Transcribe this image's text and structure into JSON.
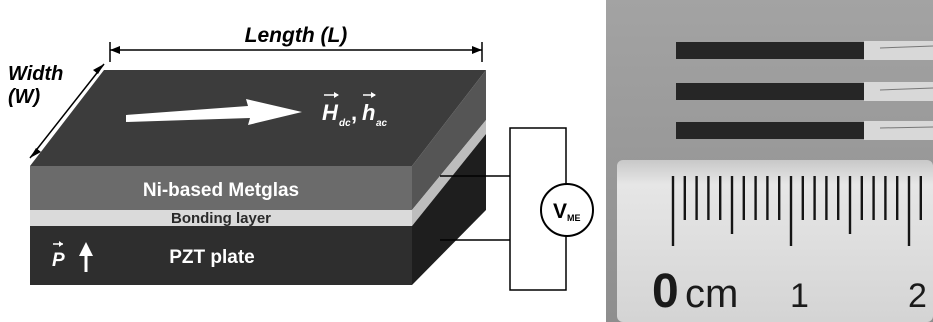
{
  "diagram": {
    "length_label": "Length (L)",
    "width_label_line1": "Width",
    "width_label_line2": "(W)",
    "field_label_h": "H",
    "field_label_h_sub": "dc",
    "field_label_sep": ",",
    "field_label_hac": "h",
    "field_label_hac_sub": "ac",
    "layer_metglas": "Ni-based Metglas",
    "layer_bonding": "Bonding layer",
    "layer_pzt": "PZT plate",
    "polarization_label": "P",
    "voltage_label": "V",
    "voltage_sub": "ME"
  },
  "photo": {
    "ruler_unit": "cm",
    "ruler_zero": "0",
    "ruler_one": "1",
    "ruler_two": "2"
  },
  "colors": {
    "top_face": "#3b3b3b",
    "metglas": "#6b6b6b",
    "bonding": "#d9d9d9",
    "pzt": "#333333",
    "side_dark": "#1f1f1f",
    "photo_bg": "#9a9a9a"
  }
}
